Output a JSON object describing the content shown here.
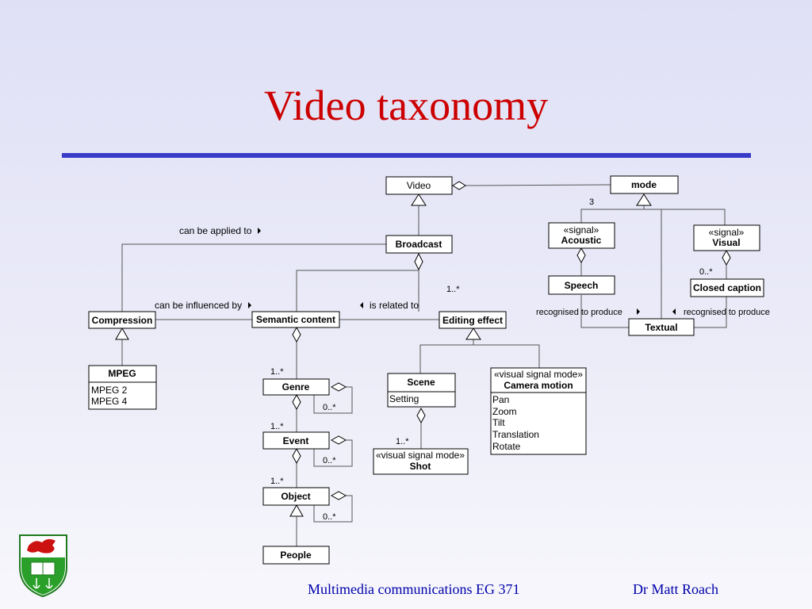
{
  "slide": {
    "title": "Video taxonomy",
    "footer_course": "Multimedia communications EG 371",
    "footer_author": "Dr Matt Roach"
  },
  "colors": {
    "title": "#cc0000",
    "rule": "#3a3ac8",
    "footer": "#0000aa"
  },
  "nodes": {
    "video": "Video",
    "mode": "mode",
    "broadcast": "Broadcast",
    "acoustic_stereo": "«signal»",
    "acoustic": "Acoustic",
    "visual_stereo": "«signal»",
    "visual": "Visual",
    "speech": "Speech",
    "closed_caption": "Closed caption",
    "textual": "Textual",
    "compression": "Compression",
    "semantic_content": "Semantic  content",
    "editing_effect": "Editing effect",
    "mpeg": "MPEG",
    "mpeg_items": [
      "MPEG 2",
      "MPEG 4"
    ],
    "genre": "Genre",
    "event": "Event",
    "object": "Object",
    "people": "People",
    "scene": "Scene",
    "scene_attr": "Setting",
    "shot_stereo": "«visual  signal  mode»",
    "shot": "Shot",
    "camera_stereo": "«visual  signal  mode»",
    "camera_motion": "Camera motion",
    "camera_items": [
      "Pan",
      "Zoom",
      "Tilt",
      "Translation",
      "Rotate"
    ]
  },
  "labels": {
    "can_be_applied_to": "can be applied to",
    "can_be_influenced_by": "can be influenced by",
    "is_related_to": "is related to",
    "recognised_to_produce_left": "recognised  to  produce",
    "recognised_to_produce_right": "recognised  to  produce"
  },
  "multiplicities": {
    "mode_three": "3",
    "editing": "1..*",
    "closed_caption": "0..*",
    "genre_top": "1..*",
    "genre_self": "0..*",
    "event_top": "1..*",
    "event_self": "0..*",
    "object_top": "1..*",
    "object_self": "0..*",
    "shot": "1..*"
  },
  "logo": {
    "name": "university-crest"
  }
}
